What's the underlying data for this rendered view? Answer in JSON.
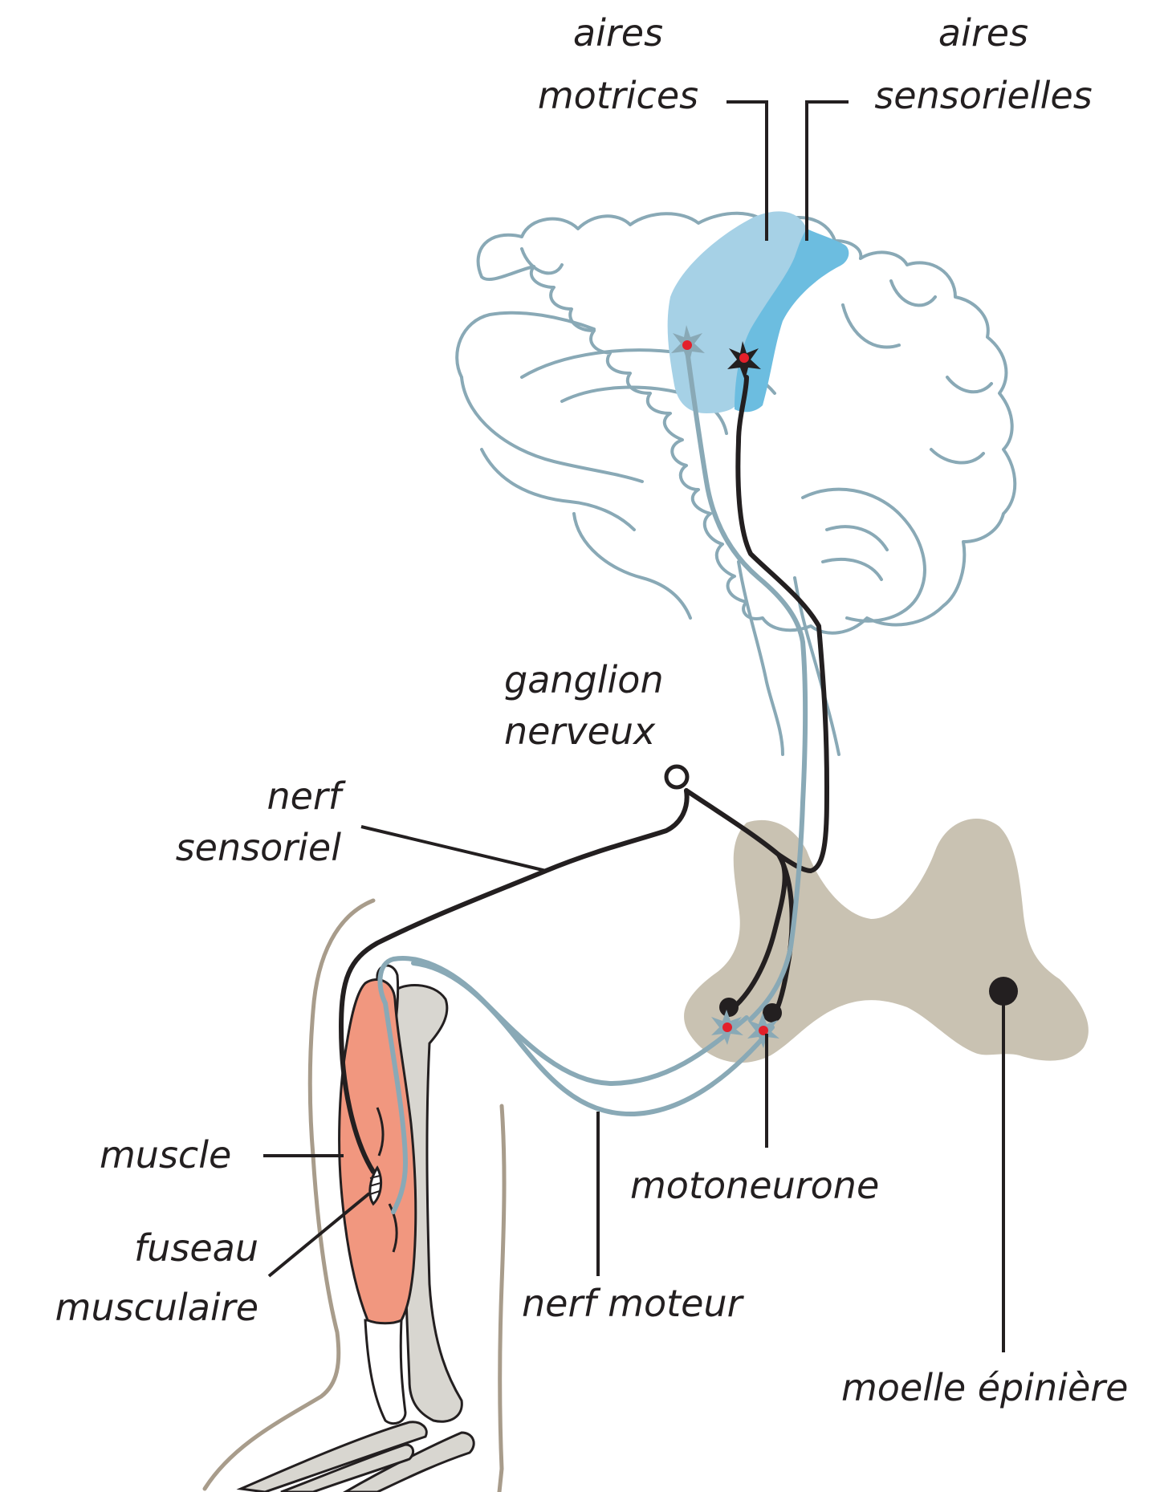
{
  "labels": {
    "aires_motrices": [
      "aires",
      "motrices"
    ],
    "aires_sensorielles": [
      "aires",
      "sensorielles"
    ],
    "ganglion_nerveux": [
      "ganglion",
      "nerveux"
    ],
    "nerf_sensoriel": [
      "nerf",
      "sensoriel"
    ],
    "muscle": "muscle",
    "fuseau_musculaire": [
      "fuseau",
      "musculaire"
    ],
    "motoneurone": "motoneurone",
    "nerf_moteur": "nerf moteur",
    "moelle_epiniere": "moelle épinière"
  },
  "colors": {
    "brain_outline": "#89a9b6",
    "motor_area": "#a6d1e6",
    "sensory_area": "#6cbde0",
    "sensory_nerve": "#231f20",
    "motor_nerve": "#89a9b6",
    "spinal_cord": "#c9c2b2",
    "muscle": "#f1977f",
    "bone": "#d8d6d0",
    "skin_outline": "#a89c8b",
    "neuron_dot": "#e3202b",
    "label_text": "#231f20"
  }
}
